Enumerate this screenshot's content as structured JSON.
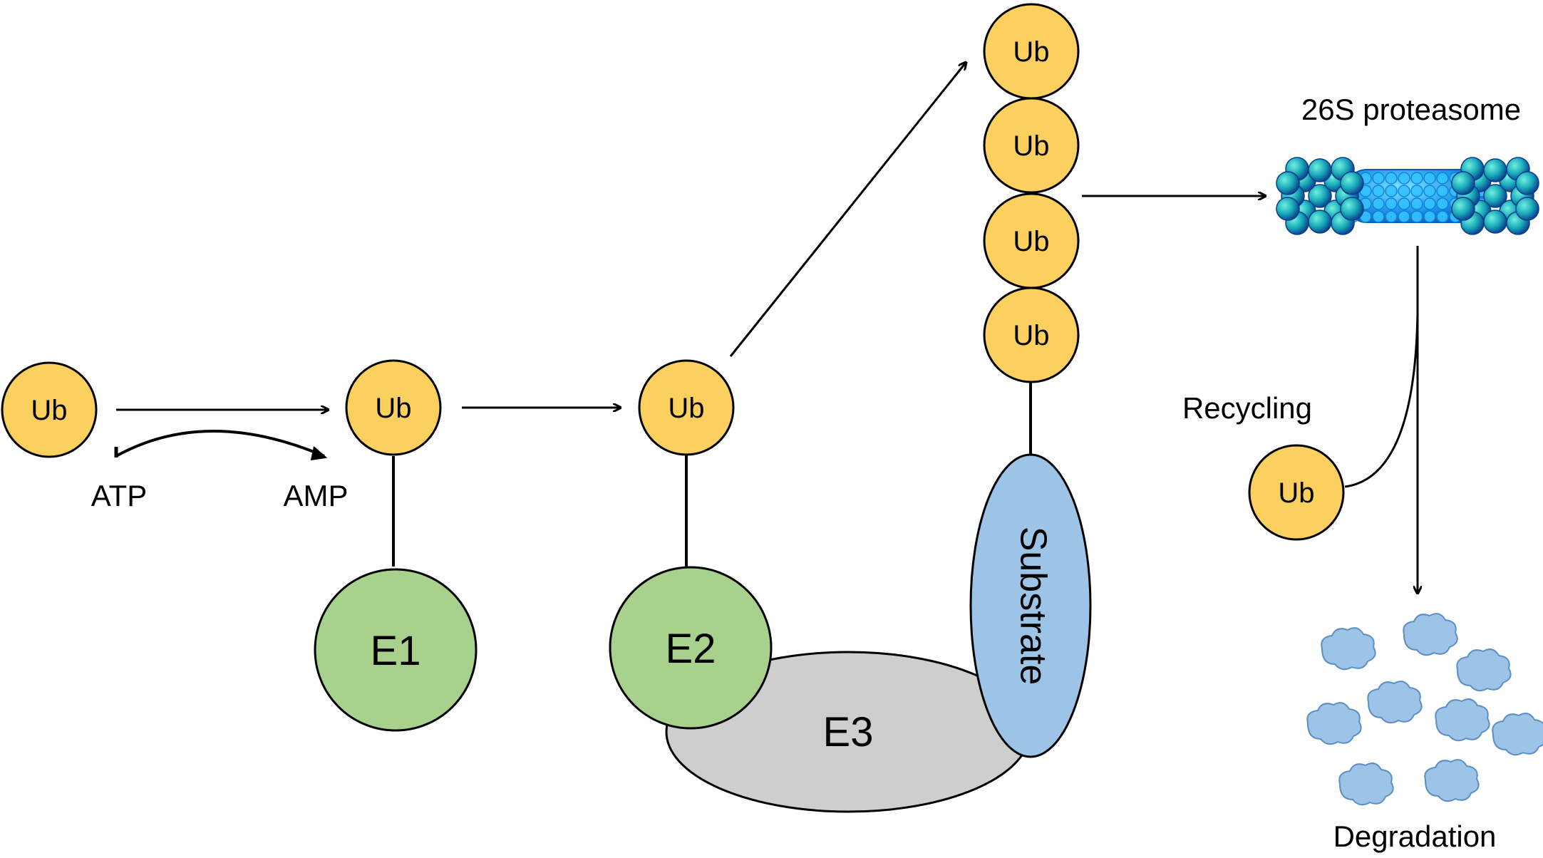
{
  "diagram": {
    "ub_free": "Ub",
    "atp": "ATP",
    "amp": "AMP",
    "ub_e1": "Ub",
    "e1": "E1",
    "ub_e2": "Ub",
    "e2": "E2",
    "e3": "E3",
    "substrate": "Substrate",
    "polyub": [
      "Ub",
      "Ub",
      "Ub",
      "Ub"
    ],
    "proteasome": "26S proteasome",
    "recycling": "Recycling",
    "ub_recycled": "Ub",
    "degradation": "Degradation",
    "colors": {
      "ub": "#FCD05E",
      "enzyme": "#A9D18E",
      "e3": "#CECECE",
      "substrate": "#9DC3E6",
      "fragment": "#9DC3E6",
      "proteasome_core": "#1E9BE8",
      "proteasome_cap": "#1AA6A8"
    }
  }
}
